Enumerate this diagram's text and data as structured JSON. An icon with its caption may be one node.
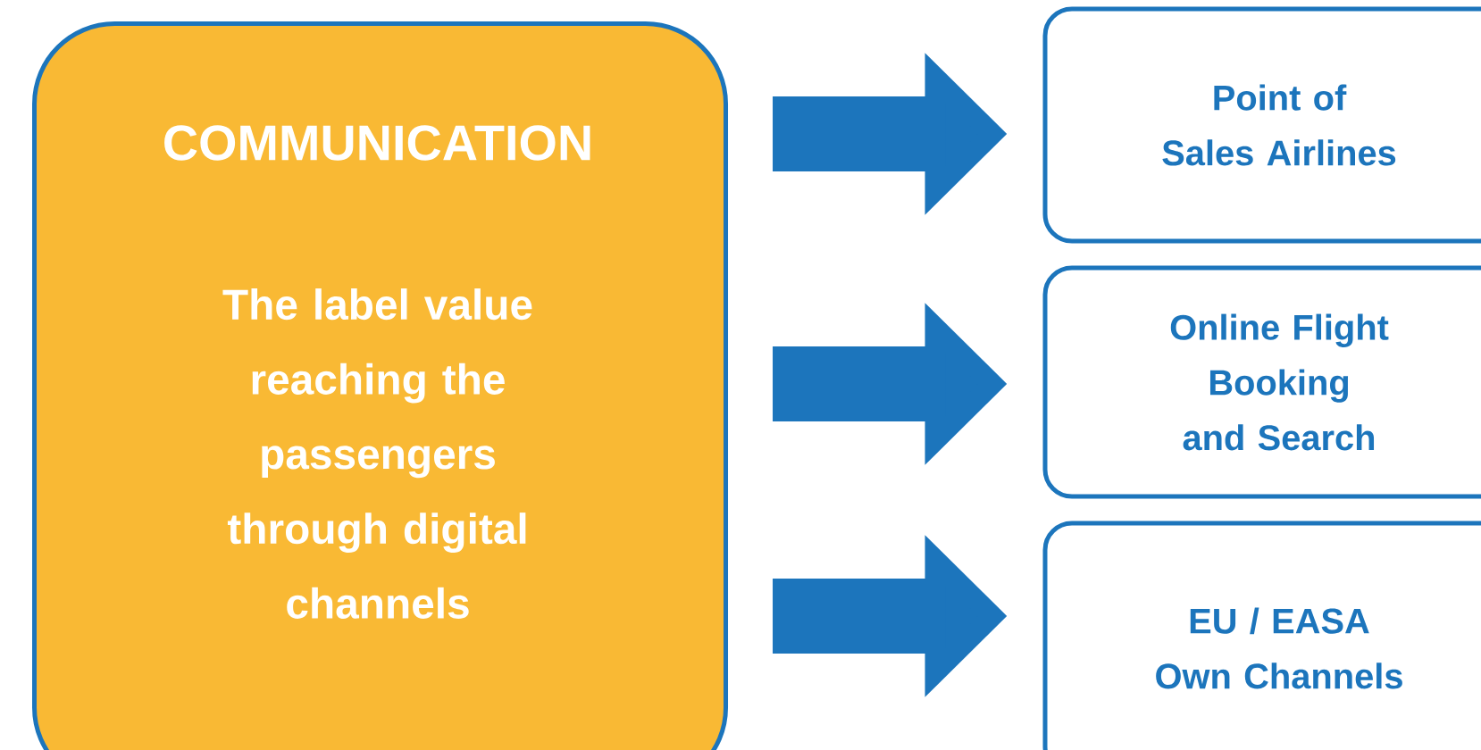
{
  "diagram": {
    "nodes": [
      {
        "text": [
          "COMMUNICATION",
          "The label value reaching the passengers through digital channels"
        ]
      },
      {
        "text": [
          "Point of Sales Airlines"
        ]
      },
      {
        "text": [
          "Online Flight Booking and Search"
        ]
      },
      {
        "text": [
          "EU / EASA Own Channels"
        ]
      }
    ],
    "edges": [
      {
        "from": 0,
        "to": 1,
        "arrow": "to"
      },
      {
        "from": 0,
        "to": 2,
        "arrow": "to"
      },
      {
        "from": 0,
        "to": 3,
        "arrow": "to"
      }
    ]
  }
}
